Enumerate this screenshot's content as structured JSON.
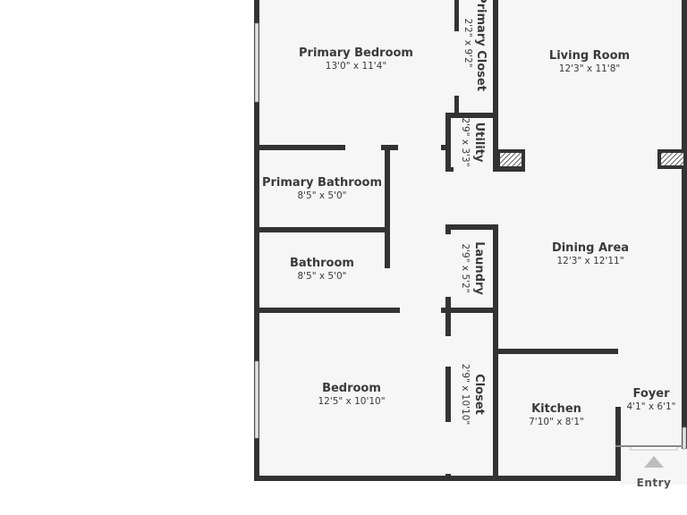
{
  "colors": {
    "wall": "#333333",
    "floor": "#f6f6f6",
    "window": "#d8d8d8",
    "door_gap": "#f6f6f6",
    "background": "#ffffff"
  },
  "rooms": {
    "primary_bedroom": {
      "name": "Primary Bedroom",
      "dims": "13'0\" x 11'4\""
    },
    "primary_closet": {
      "name": "Primary Closet",
      "dims": "2'2\" x 9'2\""
    },
    "living_room": {
      "name": "Living Room",
      "dims": "12'3\" x 11'8\""
    },
    "utility": {
      "name": "Utility",
      "dims": "2'9\" x 3'3\""
    },
    "primary_bathroom": {
      "name": "Primary Bathroom",
      "dims": "8'5\" x 5'0\""
    },
    "bathroom": {
      "name": "Bathroom",
      "dims": "8'5\" x 5'0\""
    },
    "laundry": {
      "name": "Laundry",
      "dims": "2'9\" x 5'2\""
    },
    "dining_area": {
      "name": "Dining Area",
      "dims": "12'3\" x 12'11\""
    },
    "bedroom": {
      "name": "Bedroom",
      "dims": "12'5\" x 10'10\""
    },
    "closet": {
      "name": "Closet",
      "dims": "2'9\" x 10'10\""
    },
    "kitchen": {
      "name": "Kitchen",
      "dims": "7'10\" x 8'1\""
    },
    "foyer": {
      "name": "Foyer",
      "dims": "4'1\" x 6'1\""
    }
  },
  "entry": {
    "label": "Entry",
    "icon": "entry-arrow-icon"
  }
}
